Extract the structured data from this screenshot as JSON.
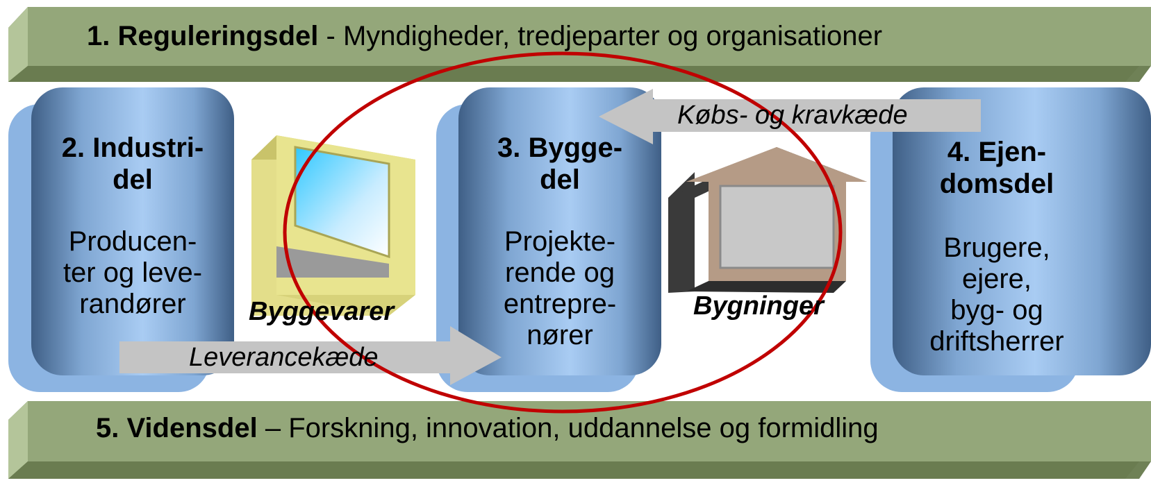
{
  "top_bar": {
    "title": "1. Reguleringsdel",
    "subtitle": "- Myndigheder, tredjeparter og organisationer"
  },
  "bottom_bar": {
    "title": "5. Vidensdel",
    "subtitle": "– Forskning, innovation, uddannelse og formidling"
  },
  "columns": [
    {
      "title_1": "2. Industri-",
      "title_2": "del",
      "body_1": "Producen-",
      "body_2": "ter og leve-",
      "body_3": "randører"
    },
    {
      "title_1": "3. Bygge-",
      "title_2": "del",
      "body_1": "Projekte-",
      "body_2": "rende og",
      "body_3": "entrepre-",
      "body_4": "nører"
    },
    {
      "title_1": "4. Ejen-",
      "title_2": "domsdel",
      "body_1": "Brugere,",
      "body_2": "ejere,",
      "body_3": "byg- og",
      "body_4": "driftsherrer"
    }
  ],
  "icons": {
    "building_materials_label": "Byggevarer",
    "buildings_label": "Bygninger"
  },
  "arrows": {
    "supply_chain": "Leverancekæde",
    "demand_chain": "Købs- og kravkæde"
  },
  "colors": {
    "bar_green": "#94a77a",
    "column_blue": "#7fa3cf",
    "highlight_ellipse": "#c00000",
    "arrow_gray": "#c4c4c4"
  }
}
